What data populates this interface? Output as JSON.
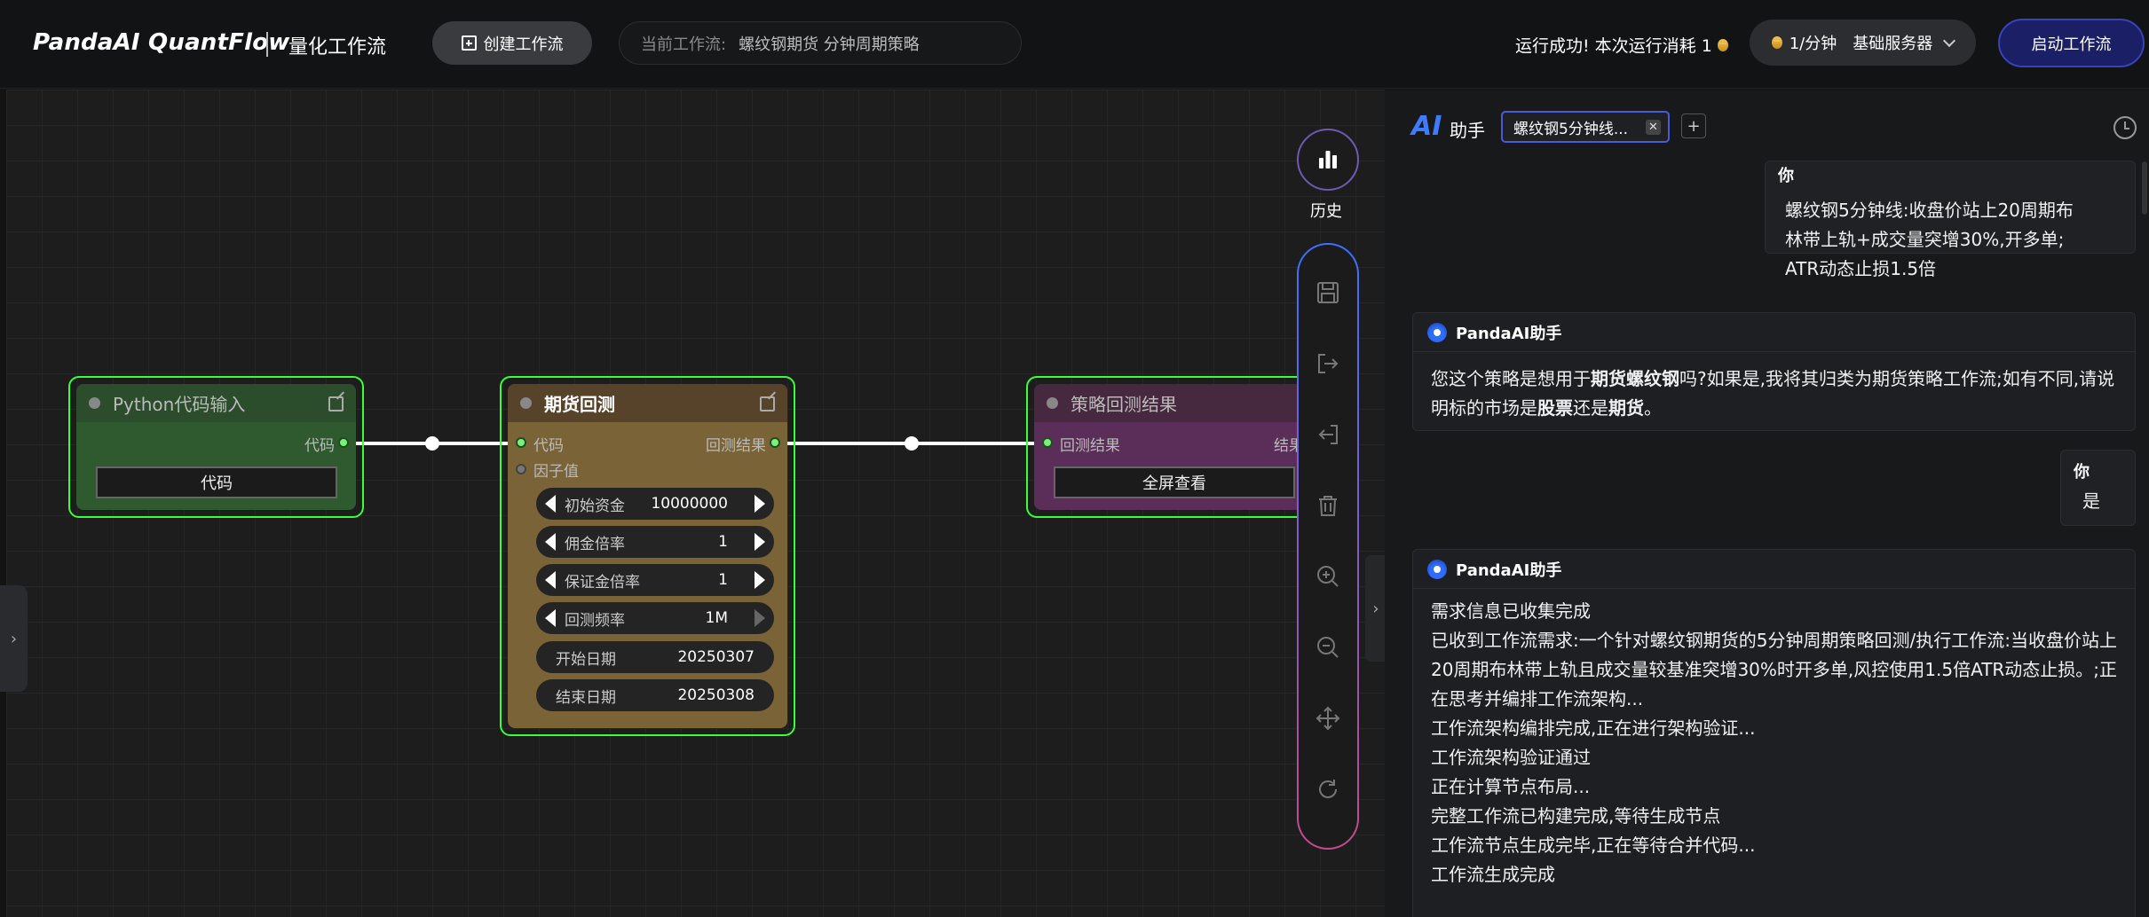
{
  "header": {
    "brand": "PandaAI QuantFlow",
    "subtitle": "量化工作流",
    "create_button": "创建工作流",
    "current_workflow_label": "当前工作流:",
    "current_workflow_value": "螺纹钢期货 分钟周期策略",
    "run_status": "运行成功!  本次运行消耗 1",
    "server_rate": "1/分钟",
    "server_name": "基础服务器",
    "start_button": "启动工作流"
  },
  "nodes": {
    "python": {
      "title": "Python代码输入",
      "out_port": "代码",
      "button": "代码"
    },
    "futures": {
      "title": "期货回测",
      "in_port_1": "代码",
      "in_port_2": "因子值",
      "out_port": "回测结果",
      "params": [
        {
          "label": "初始资金",
          "value": "10000000"
        },
        {
          "label": "佣金倍率",
          "value": "1"
        },
        {
          "label": "保证金倍率",
          "value": "1"
        },
        {
          "label": "回测频率",
          "value": "1M"
        },
        {
          "label": "开始日期",
          "value": "20250307"
        },
        {
          "label": "结束日期",
          "value": "20250308"
        }
      ]
    },
    "result": {
      "title": "策略回测结果",
      "in_port": "回测结果",
      "out_port": "结果",
      "button": "全屏查看"
    }
  },
  "toolbar": {
    "history_label": "历史",
    "icons": [
      "save-icon",
      "import-icon",
      "export-icon",
      "trash-icon",
      "zoom-in-icon",
      "zoom-out-icon",
      "move-icon",
      "refresh-icon"
    ]
  },
  "assistant": {
    "logo": "AI",
    "label": "助手",
    "tab_title": "螺纹钢5分钟线...",
    "add_tab": "+",
    "messages": [
      {
        "role": "user",
        "who": "你",
        "lines": [
          "螺纹钢5分钟线:收盘价站上20周期布",
          "林带上轨+成交量突增30%,开多单;",
          "ATR动态止损1.5倍"
        ]
      },
      {
        "role": "bot",
        "who": "PandaAI助手",
        "text_parts": [
          "您这个策略是想用于",
          "期货螺纹钢",
          "吗?如果是,我将其归类为期货策略工作流;如有不同,请说明标的市场是",
          "股票",
          "还是",
          "期货",
          "。"
        ]
      },
      {
        "role": "user",
        "who": "你",
        "lines": [
          "是"
        ]
      },
      {
        "role": "bot",
        "who": "PandaAI助手",
        "lines": [
          "需求信息已收集完成",
          "已收到工作流需求:一个针对螺纹钢期货的5分钟周期策略回测/执行工作流:当收盘价站上20周期布林带上轨且成交量较基准突增30%时开多单,风控使用1.5倍ATR动态止损。;正在思考并编排工作流架构...",
          "工作流架构编排完成,正在进行架构验证...",
          "工作流架构验证通过",
          "正在计算节点布局...",
          "完整工作流已构建完成,等待生成节点",
          "工作流节点生成完毕,正在等待合并代码...",
          "工作流生成完成"
        ]
      }
    ]
  },
  "colors": {
    "node_border": "#39ff3a",
    "python_node": "#2f5a2f",
    "futures_node": "#7a6336",
    "result_node": "#5a2e58",
    "start_button": "#1a1f66",
    "accent_blue": "#3d7bff"
  }
}
